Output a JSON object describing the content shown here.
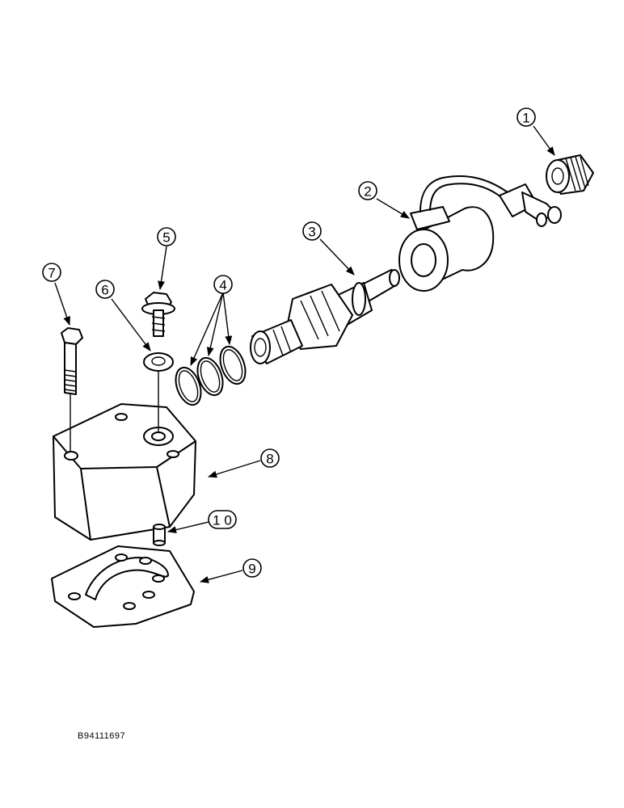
{
  "callouts": {
    "c1": "1",
    "c2": "2",
    "c3": "3",
    "c4": "4",
    "c5": "5",
    "c6": "6",
    "c7": "7",
    "c8": "8",
    "c9": "9",
    "c10": "1 0"
  },
  "reference_code": "B94111697"
}
